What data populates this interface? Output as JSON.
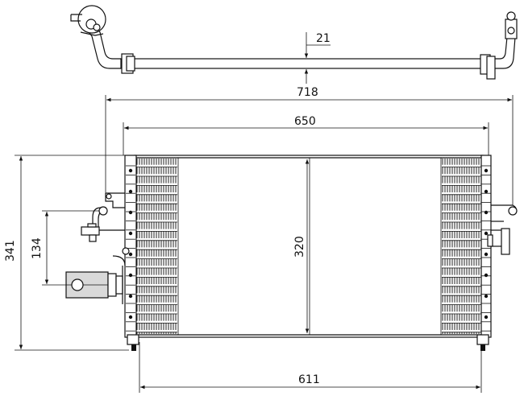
{
  "drawing": {
    "dimensions": {
      "pipe_diameter": "21",
      "overall_width": "718",
      "core_width": "650",
      "core_height": "320",
      "overall_height": "341",
      "inlet_offset": "134",
      "mount_width": "611"
    }
  }
}
